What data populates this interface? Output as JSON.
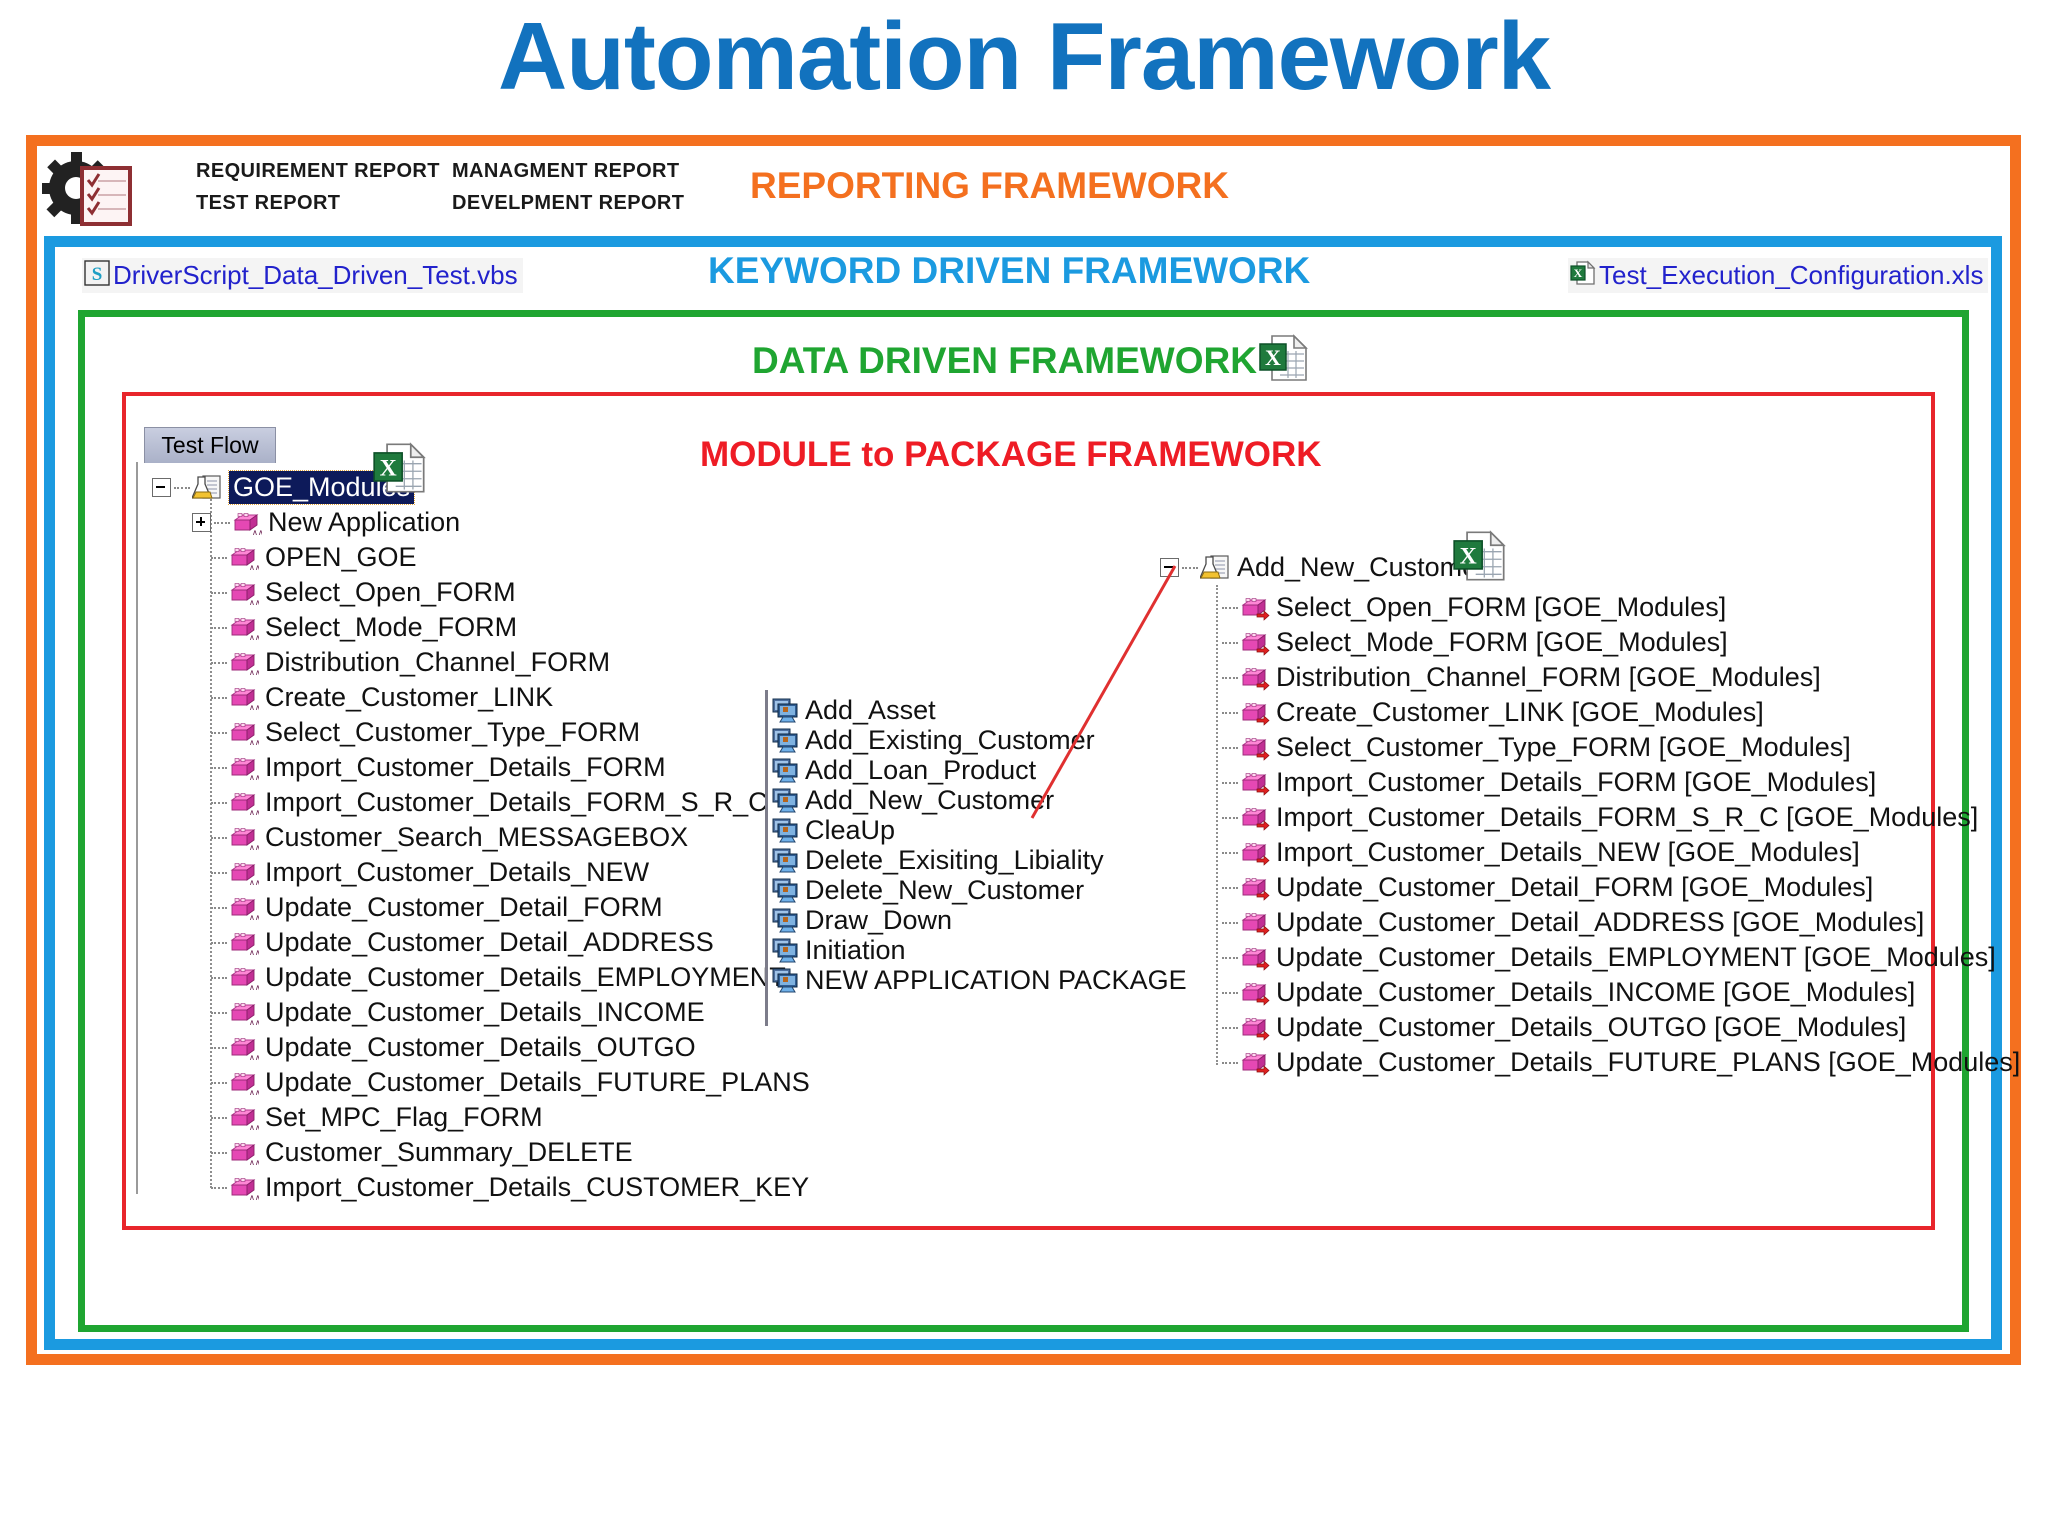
{
  "title": "Automation Framework",
  "title_color": "#1272be",
  "frames": [
    {
      "name": "reporting",
      "label": "REPORTING FRAMEWORK",
      "color": "#f4701f"
    },
    {
      "name": "keyword",
      "label": "KEYWORD DRIVEN FRAMEWORK",
      "color": "#1b9ae0"
    },
    {
      "name": "data",
      "label": "DATA DRIVEN FRAMEWORK",
      "color": "#1fa531"
    },
    {
      "name": "module",
      "label": "MODULE to PACKAGE FRAMEWORK",
      "color": "#ee1c25"
    }
  ],
  "reporting": {
    "icon": "gear-checklist-icon",
    "reports": [
      "REQUIREMENT REPORT",
      "MANAGMENT REPORT",
      "TEST REPORT",
      "DEVELPMENT REPORT"
    ]
  },
  "files": {
    "driver_script": {
      "name": "DriverScript_Data_Driven_Test.vbs",
      "icon": "vbscript-file-icon"
    },
    "test_config": {
      "name": "Test_Execution_Configuration.xls",
      "icon": "excel-file-icon"
    }
  },
  "excel_icons": {
    "data_driven": "excel-file-icon",
    "goe_modules": "excel-file-icon",
    "add_new_customer": "excel-file-icon"
  },
  "left_panel": {
    "tab_label": "Test Flow",
    "root": {
      "label": "GOE_Modules",
      "icon": "test-case-flask-icon",
      "expander": "minus",
      "selected": true
    },
    "items": [
      {
        "label": "New Application",
        "icon": "module-icon",
        "expander": "plus"
      },
      {
        "label": "OPEN_GOE",
        "icon": "module-icon"
      },
      {
        "label": "Select_Open_FORM",
        "icon": "module-icon"
      },
      {
        "label": "Select_Mode_FORM",
        "icon": "module-icon"
      },
      {
        "label": "Distribution_Channel_FORM",
        "icon": "module-icon"
      },
      {
        "label": "Create_Customer_LINK",
        "icon": "module-icon"
      },
      {
        "label": "Select_Customer_Type_FORM",
        "icon": "module-icon"
      },
      {
        "label": "Import_Customer_Details_FORM",
        "icon": "module-icon"
      },
      {
        "label": "Import_Customer_Details_FORM_S_R_C",
        "icon": "module-icon"
      },
      {
        "label": "Customer_Search_MESSAGEBOX",
        "icon": "module-icon"
      },
      {
        "label": "Import_Customer_Details_NEW",
        "icon": "module-icon"
      },
      {
        "label": "Update_Customer_Detail_FORM",
        "icon": "module-icon"
      },
      {
        "label": "Update_Customer_Detail_ADDRESS",
        "icon": "module-icon"
      },
      {
        "label": "Update_Customer_Details_EMPLOYMENT",
        "icon": "module-icon"
      },
      {
        "label": "Update_Customer_Details_INCOME",
        "icon": "module-icon"
      },
      {
        "label": "Update_Customer_Details_OUTGO",
        "icon": "module-icon"
      },
      {
        "label": "Update_Customer_Details_FUTURE_PLANS",
        "icon": "module-icon"
      },
      {
        "label": "Set_MPC_Flag_FORM",
        "icon": "module-icon"
      },
      {
        "label": "Customer_Summary_DELETE",
        "icon": "module-icon"
      },
      {
        "label": "Import_Customer_Details_CUSTOMER_KEY",
        "icon": "module-icon"
      }
    ]
  },
  "middle_panel": {
    "items": [
      {
        "label": "Add_Asset",
        "icon": "package-icon"
      },
      {
        "label": "Add_Existing_Customer",
        "icon": "package-icon"
      },
      {
        "label": "Add_Loan_Product",
        "icon": "package-icon"
      },
      {
        "label": "Add_New_Customer",
        "icon": "package-icon"
      },
      {
        "label": "CleaUp",
        "icon": "package-icon"
      },
      {
        "label": "Delete_Exisiting_Libiality",
        "icon": "package-icon"
      },
      {
        "label": "Delete_New_Customer",
        "icon": "package-icon"
      },
      {
        "label": "Draw_Down",
        "icon": "package-icon"
      },
      {
        "label": "Initiation",
        "icon": "package-icon"
      },
      {
        "label": "NEW APPLICATION PACKAGE",
        "icon": "package-icon"
      }
    ]
  },
  "right_panel": {
    "root": {
      "label": "Add_New_Customer",
      "icon": "test-case-flask-icon",
      "expander": "minus"
    },
    "items": [
      {
        "label": "Select_Open_FORM [GOE_Modules]",
        "icon": "module-ref-icon"
      },
      {
        "label": "Select_Mode_FORM [GOE_Modules]",
        "icon": "module-ref-icon"
      },
      {
        "label": "Distribution_Channel_FORM [GOE_Modules]",
        "icon": "module-ref-icon"
      },
      {
        "label": "Create_Customer_LINK [GOE_Modules]",
        "icon": "module-ref-icon"
      },
      {
        "label": "Select_Customer_Type_FORM [GOE_Modules]",
        "icon": "module-ref-icon"
      },
      {
        "label": "Import_Customer_Details_FORM [GOE_Modules]",
        "icon": "module-ref-icon"
      },
      {
        "label": "Import_Customer_Details_FORM_S_R_C [GOE_Modules]",
        "icon": "module-ref-icon"
      },
      {
        "label": "Import_Customer_Details_NEW [GOE_Modules]",
        "icon": "module-ref-icon"
      },
      {
        "label": "Update_Customer_Detail_FORM [GOE_Modules]",
        "icon": "module-ref-icon"
      },
      {
        "label": "Update_Customer_Detail_ADDRESS [GOE_Modules]",
        "icon": "module-ref-icon"
      },
      {
        "label": "Update_Customer_Details_EMPLOYMENT [GOE_Modules]",
        "icon": "module-ref-icon"
      },
      {
        "label": "Update_Customer_Details_INCOME [GOE_Modules]",
        "icon": "module-ref-icon"
      },
      {
        "label": "Update_Customer_Details_OUTGO [GOE_Modules]",
        "icon": "module-ref-icon"
      },
      {
        "label": "Update_Customer_Details_FUTURE_PLANS [GOE_Modules]",
        "icon": "module-ref-icon"
      }
    ]
  },
  "connector": {
    "name": "package-to-testcase-link",
    "color": "#e03030"
  }
}
